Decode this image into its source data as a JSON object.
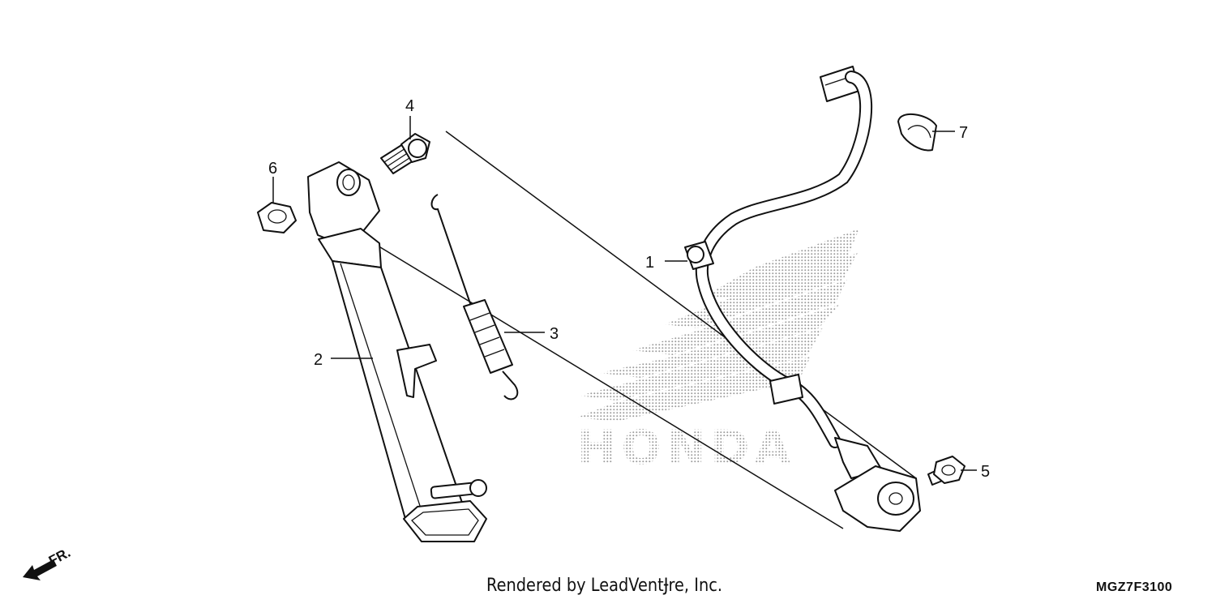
{
  "callouts": [
    {
      "id": "1",
      "label": "1"
    },
    {
      "id": "2",
      "label": "2"
    },
    {
      "id": "3",
      "label": "3"
    },
    {
      "id": "4",
      "label": "4"
    },
    {
      "id": "5",
      "label": "5"
    },
    {
      "id": "6",
      "label": "6"
    },
    {
      "id": "7",
      "label": "7"
    }
  ],
  "direction_label": "FR.",
  "watermark_text": "HONDA",
  "footer": {
    "credit": "Rendered by LeadVentɈre, Inc.",
    "diagram_code": "MGZ7F3100"
  }
}
